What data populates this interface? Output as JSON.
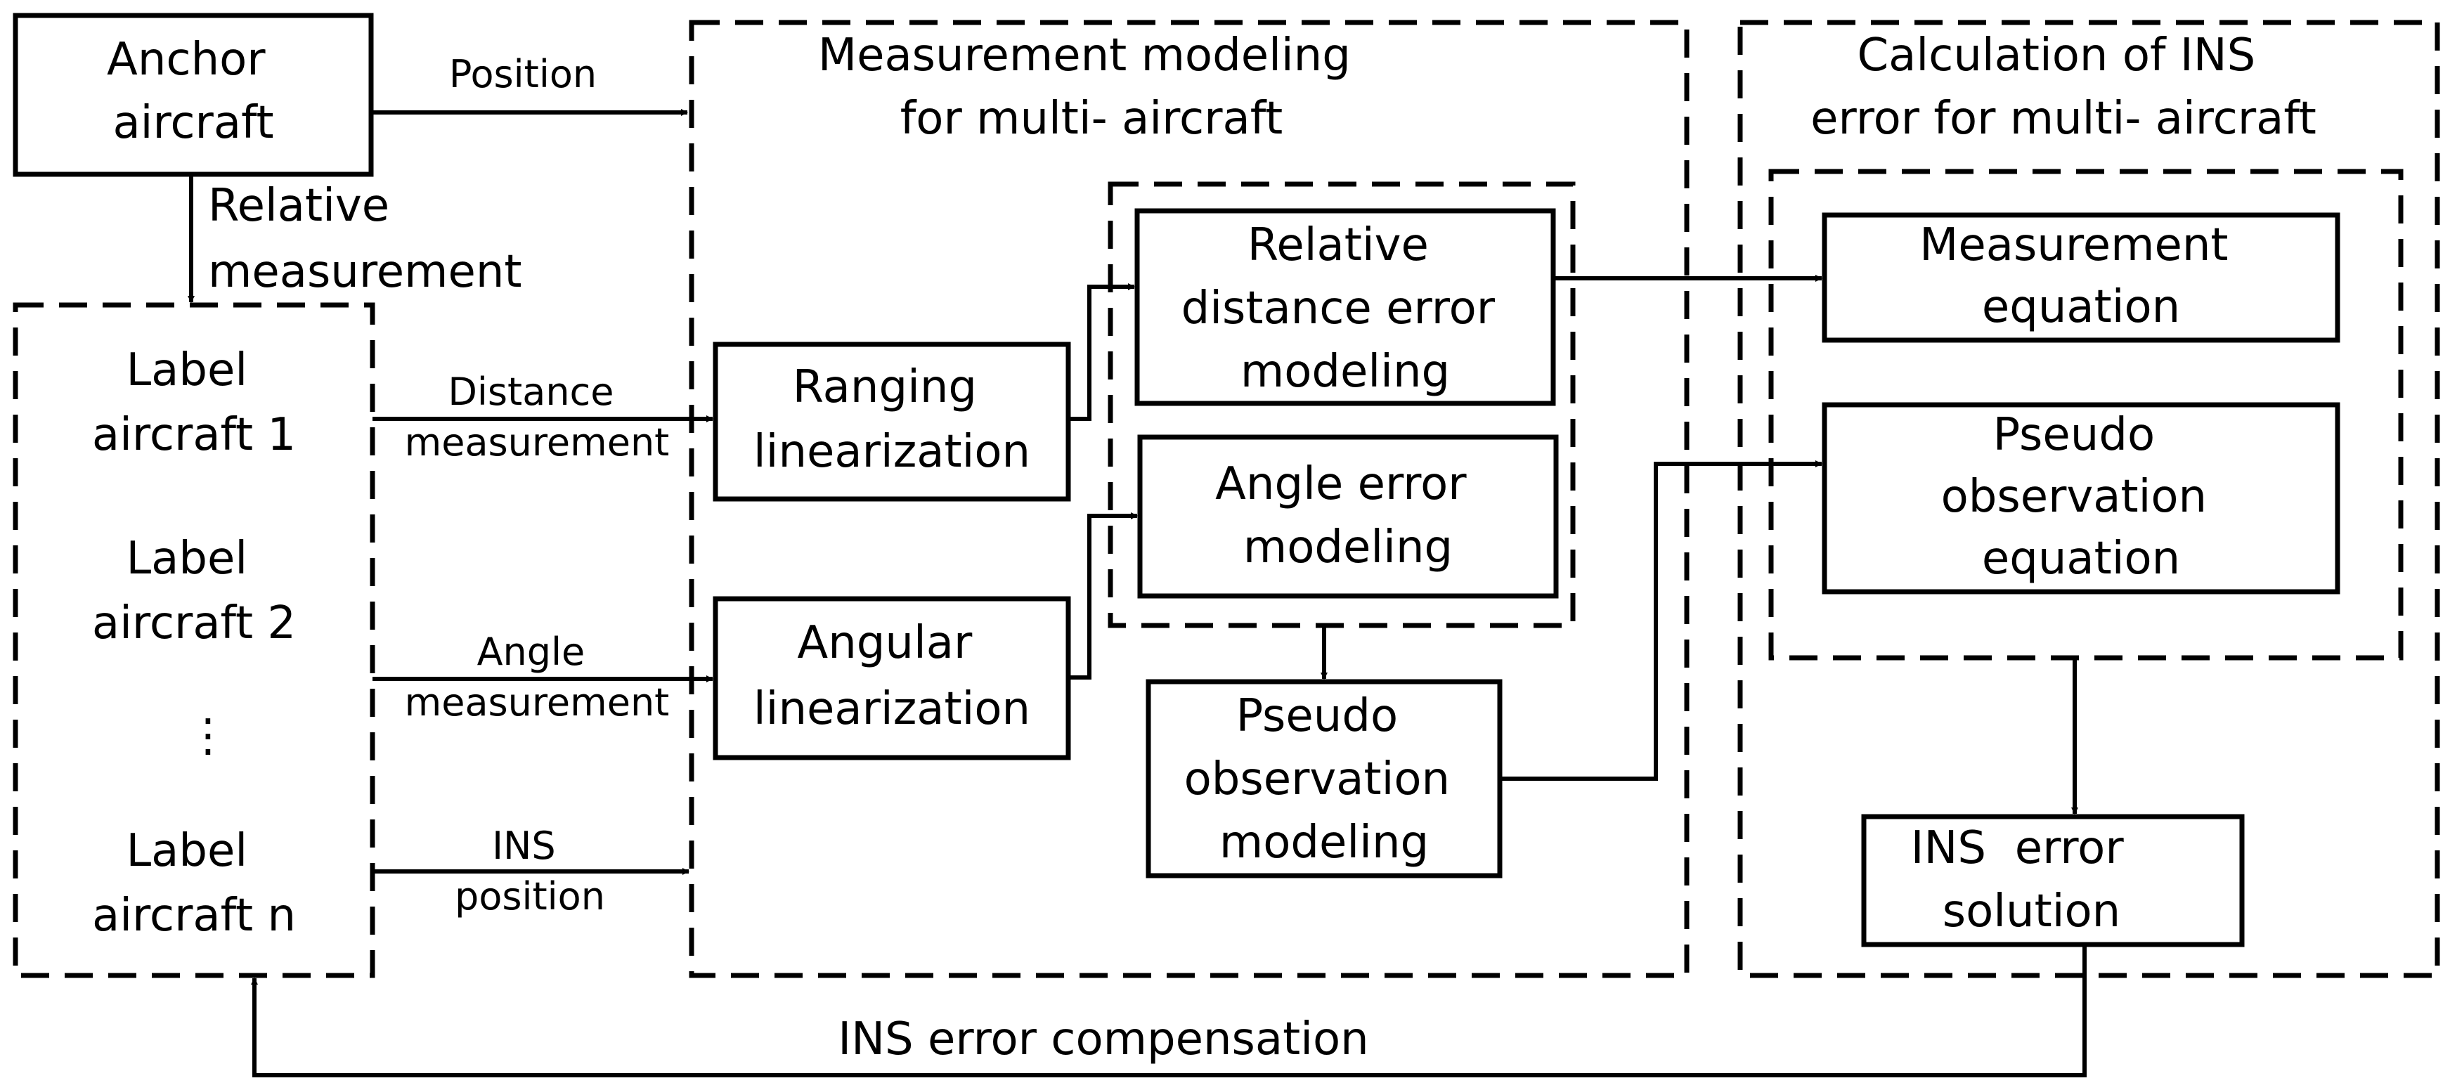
{
  "nodes": {
    "anchor": [
      "Anchor",
      "aircraft"
    ],
    "label1": [
      "Label",
      "aircraft 1"
    ],
    "label2": [
      "Label",
      "aircraft 2"
    ],
    "ellipsis": "⋮",
    "labeln": [
      "Label",
      "aircraft n"
    ],
    "measurement_group": [
      "Measurement modeling",
      "for multi- aircraft"
    ],
    "calculation_group": [
      "Calculation of INS",
      "error for multi- aircraft"
    ],
    "ranging": [
      "Ranging",
      "linearization"
    ],
    "angular": [
      "Angular",
      "linearization"
    ],
    "relative_distance": [
      "Relative",
      "distance error",
      "modeling"
    ],
    "angle_error": [
      "Angle error",
      "modeling"
    ],
    "pseudo_modeling": [
      "Pseudo",
      "observation",
      "modeling"
    ],
    "measurement_equation": [
      "Measurement",
      "equation"
    ],
    "pseudo_equation": [
      "Pseudo",
      "observation",
      "equation"
    ],
    "ins_solution": [
      "INS  error",
      "solution"
    ]
  },
  "edges": {
    "position": "Position",
    "relative_measurement": [
      "Relative",
      "measurement"
    ],
    "distance_measurement": [
      "Distance",
      "measurement"
    ],
    "angle_measurement": [
      "Angle",
      "measurement"
    ],
    "ins_position": [
      "INS",
      "position"
    ],
    "ins_compensation": "INS error compensation"
  }
}
